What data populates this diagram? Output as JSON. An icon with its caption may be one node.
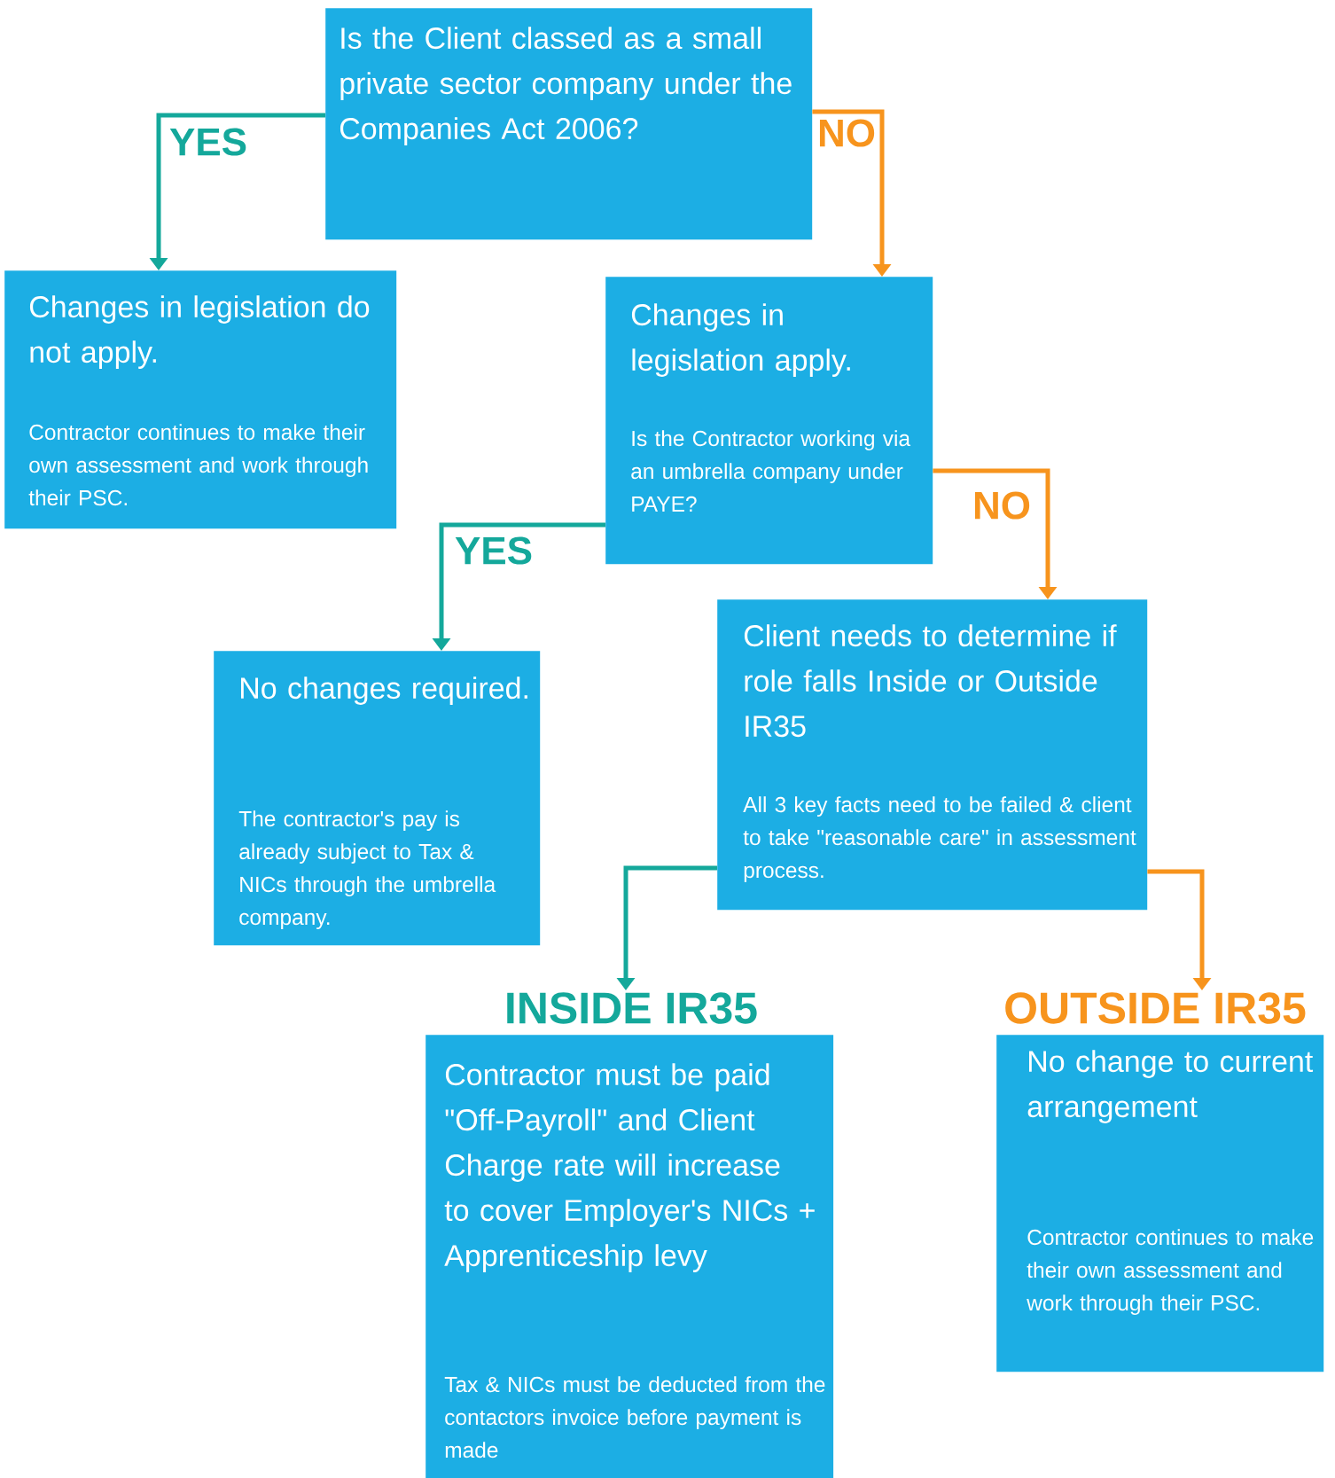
{
  "diagram": {
    "nodes": [
      {
        "text": [
          "Is the Client classed as a small private sector company under the Companies Act 2006?"
        ]
      },
      {
        "text": [
          "Changes in legislation do not apply.",
          "Contractor continues to make their own assessment and work through their PSC."
        ]
      },
      {
        "text": [
          "Changes in legislation apply.",
          "Is the Contractor working via an umbrella company under PAYE?"
        ]
      },
      {
        "text": [
          "No changes required.",
          "The contractor's pay is already subject to Tax & NICs through the umbrella company."
        ]
      },
      {
        "text": [
          "Client needs to determine if role falls Inside or Outside IR35",
          "All 3 key facts need to be failed & client to take \"reasonable care\" in assessment process."
        ]
      },
      {
        "text": [
          "INSIDE IR35",
          "Contractor must be paid \"Off-Payroll\" and Client Charge rate will increase to cover Employer's NICs + Apprenticeship levy",
          "Tax & NICs must be deducted from the contactors invoice before payment is made"
        ]
      },
      {
        "text": [
          "OUTSIDE IR35",
          "No change to current arrangement",
          "Contractor continues to make their own assessment and work through their PSC."
        ]
      }
    ],
    "edges": [
      {
        "from": 0,
        "to": 1,
        "arrow": "to",
        "label": "YES",
        "color": "#14a89b"
      },
      {
        "from": 0,
        "to": 2,
        "arrow": "to",
        "label": "NO",
        "color": "#f7941d"
      },
      {
        "from": 2,
        "to": 3,
        "arrow": "to",
        "label": "YES",
        "color": "#14a89b"
      },
      {
        "from": 2,
        "to": 4,
        "arrow": "to",
        "label": "NO",
        "color": "#f7941d"
      },
      {
        "from": 4,
        "to": 5,
        "arrow": "to",
        "color": "#14a89b"
      },
      {
        "from": 4,
        "to": 6,
        "arrow": "to",
        "color": "#f7941d"
      }
    ]
  }
}
